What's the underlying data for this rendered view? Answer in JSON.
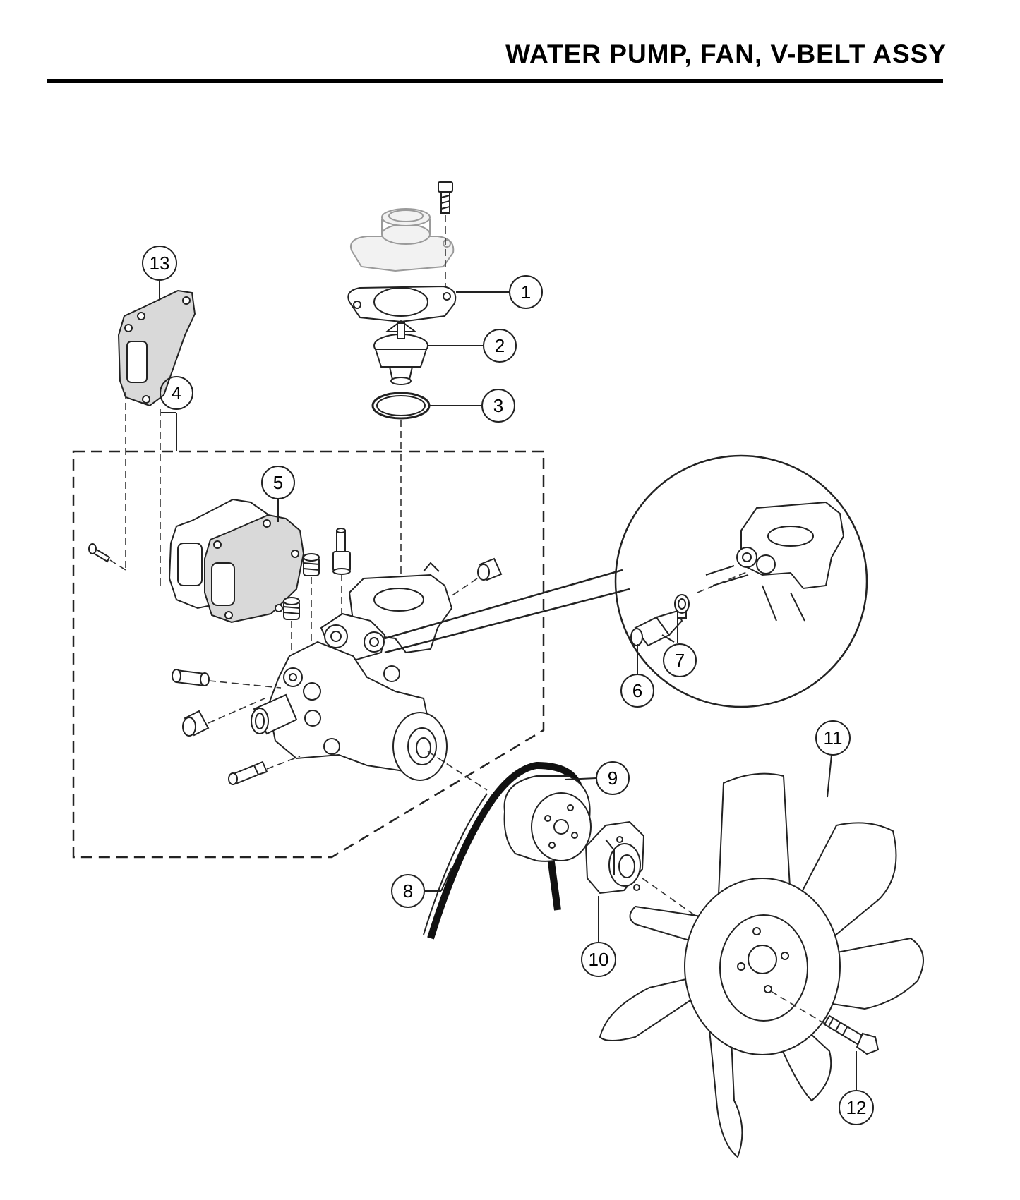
{
  "title": "WATER PUMP, FAN, V-BELT ASSY",
  "callouts": [
    {
      "id": "1",
      "label": "1"
    },
    {
      "id": "2",
      "label": "2"
    },
    {
      "id": "3",
      "label": "3"
    },
    {
      "id": "4",
      "label": "4"
    },
    {
      "id": "5",
      "label": "5"
    },
    {
      "id": "6",
      "label": "6"
    },
    {
      "id": "7",
      "label": "7"
    },
    {
      "id": "8",
      "label": "8"
    },
    {
      "id": "9",
      "label": "9"
    },
    {
      "id": "10",
      "label": "10"
    },
    {
      "id": "11",
      "label": "11"
    },
    {
      "id": "12",
      "label": "12"
    },
    {
      "id": "13",
      "label": "13"
    }
  ],
  "colors": {
    "ink": "#000000",
    "gasket_fill": "#d9d9d9",
    "background": "#ffffff"
  }
}
